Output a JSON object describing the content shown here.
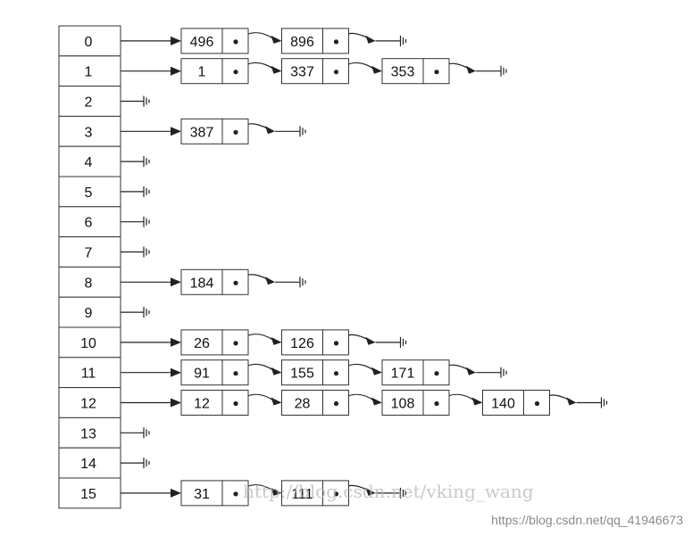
{
  "buckets": [
    {
      "index": "0",
      "nodes": [
        "496",
        "896"
      ]
    },
    {
      "index": "1",
      "nodes": [
        "1",
        "337",
        "353"
      ]
    },
    {
      "index": "2",
      "nodes": []
    },
    {
      "index": "3",
      "nodes": [
        "387"
      ]
    },
    {
      "index": "4",
      "nodes": []
    },
    {
      "index": "5",
      "nodes": []
    },
    {
      "index": "6",
      "nodes": []
    },
    {
      "index": "7",
      "nodes": []
    },
    {
      "index": "8",
      "nodes": [
        "184"
      ]
    },
    {
      "index": "9",
      "nodes": []
    },
    {
      "index": "10",
      "nodes": [
        "26",
        "126"
      ]
    },
    {
      "index": "11",
      "nodes": [
        "91",
        "155",
        "171"
      ]
    },
    {
      "index": "12",
      "nodes": [
        "12",
        "28",
        "108",
        "140"
      ]
    },
    {
      "index": "13",
      "nodes": []
    },
    {
      "index": "14",
      "nodes": []
    },
    {
      "index": "15",
      "nodes": [
        "31",
        "111"
      ]
    }
  ],
  "watermarks": {
    "overlay": "http://blog.csdn.net/vking_wang",
    "footer": "https://blog.csdn.net/qq_41946673"
  },
  "colors": {
    "line": "#222222",
    "box_border": "#333333",
    "box_fill": "#ffffff"
  }
}
